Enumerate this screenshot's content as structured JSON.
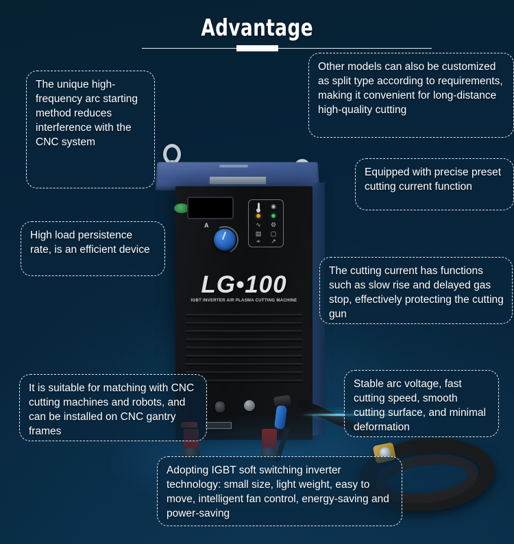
{
  "header": {
    "title": "Advantage"
  },
  "product": {
    "brand": "LG•100",
    "subtitle": "IGBT INVERTER AIR PLASMA CUTTING MACHINE",
    "display_unit": "A"
  },
  "callouts": [
    {
      "id": "unique",
      "text": "The unique high-frequency arc starting method reduces interference with the CNC system"
    },
    {
      "id": "other-models",
      "text": "Other models can also be customized as split type according to requirements, making it convenient for long-distance high-quality cutting"
    },
    {
      "id": "equipped",
      "text": "Equipped with precise preset cutting current function"
    },
    {
      "id": "high-load",
      "text": "High load persistence rate, is an efficient device"
    },
    {
      "id": "cutting-current",
      "text": "The cutting current has functions such as slow rise and delayed gas stop, effectively protecting the cutting gun"
    },
    {
      "id": "suitable",
      "text": "It is suitable for matching with CNC cutting machines and robots, and can be installed on CNC gantry frames"
    },
    {
      "id": "stable",
      "text": "Stable arc voltage, fast cutting speed, smooth cutting surface, and minimal deformation"
    },
    {
      "id": "igbt",
      "text": "Adopting IGBT soft switching inverter technology: small size, light weight, easy to move, intelligent fan control, energy-saving and power-saving"
    }
  ],
  "colors": {
    "background": "#072238",
    "text": "#ffffff",
    "accent_line": "#ffffff",
    "machine_top": "#3f5a90",
    "machine_body": "#0d0f11",
    "knob": "#1c56ad",
    "led_amber": "#ffc44d",
    "led_green": "#5fe08a",
    "light_streak": "#6edeff",
    "wheel": "#7a2020"
  }
}
